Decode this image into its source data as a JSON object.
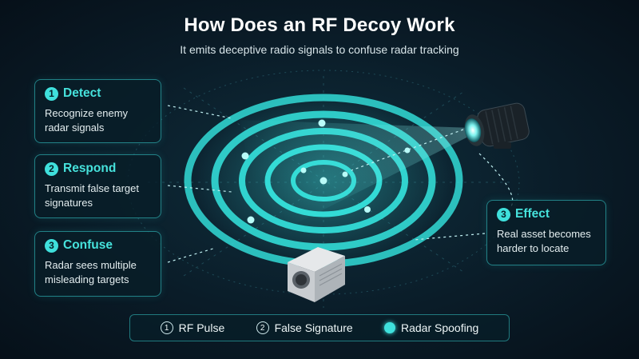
{
  "header": {
    "title": "How Does an RF Decoy Work",
    "subtitle": "It emits deceptive radio signals to confuse radar tracking"
  },
  "steps": [
    {
      "number": "1",
      "title": "Detect",
      "text": "Recognize enemy radar signals"
    },
    {
      "number": "2",
      "title": "Respond",
      "text": "Transmit false target signatures"
    },
    {
      "number": "3",
      "title": "Confuse",
      "text": "Radar sees multiple misleading targets"
    },
    {
      "number": "3",
      "title": "Effect",
      "text": "Real asset becomes harder to locate"
    }
  ],
  "legend": [
    {
      "symbol": "1",
      "label": "RF Pulse"
    },
    {
      "symbol": "2",
      "label": "False Signature"
    },
    {
      "symbol": "",
      "label": "Radar Spoofing"
    }
  ],
  "colors": {
    "accent": "#3fe0dc",
    "background": "#0a1c28",
    "text": "#ffffff"
  }
}
